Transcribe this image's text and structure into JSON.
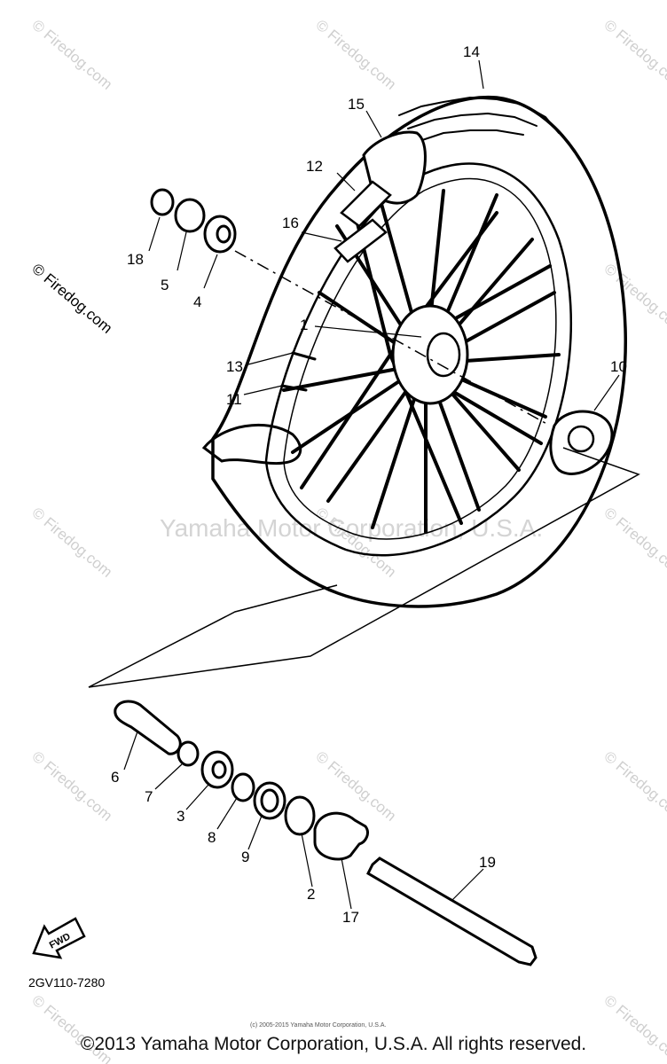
{
  "diagram": {
    "part_numbers": [
      "14",
      "15",
      "12",
      "16",
      "18",
      "5",
      "4",
      "1",
      "13",
      "11",
      "10",
      "6",
      "7",
      "3",
      "8",
      "9",
      "2",
      "17",
      "19"
    ],
    "watermark": "© Firedog.com",
    "center_watermark": "Yamaha Motor Corporation, U.S.A.",
    "small_copyright": "(c) 2005-2015 Yamaha Motor Corporation, U.S.A.",
    "diagram_code": "2GV110-7280",
    "fwd_label": "FWD"
  },
  "footer": {
    "copyright": "©2013 Yamaha Motor Corporation, U.S.A. All rights reserved."
  }
}
